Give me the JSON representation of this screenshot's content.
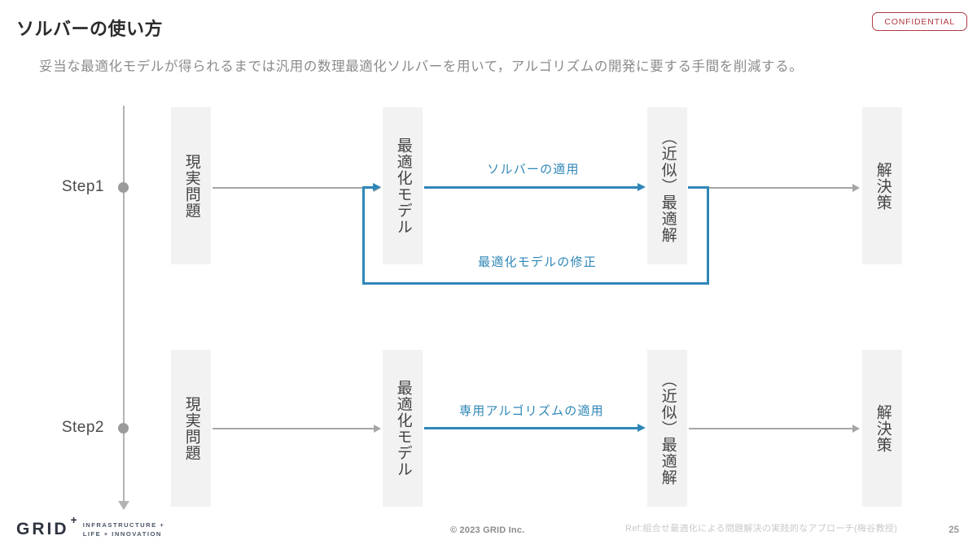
{
  "header": {
    "title": "ソルバーの使い方",
    "subtitle": "妥当な最適化モデルが得られるまでは汎用の数理最適化ソルバーを用いて，アルゴリズムの開発に要する手間を削減する。",
    "confidential_badge": "CONFIDENTIAL"
  },
  "colors": {
    "accent_blue": "#2f87b7",
    "confidential_red": "#b03a44",
    "box_fill": "#f2f2f2",
    "connector_gray": "#a6a6a6",
    "timeline_gray": "#b3b3b3"
  },
  "diagram": {
    "steps": [
      {
        "label": "Step1",
        "boxes": [
          {
            "text": "現実問題"
          },
          {
            "text": "最適化モデル"
          },
          {
            "text": "（近似）最適解"
          },
          {
            "text": "解決策"
          }
        ],
        "annotations": [
          {
            "text": "ソルバーの適用"
          },
          {
            "text": "最適化モデルの修正"
          }
        ]
      },
      {
        "label": "Step2",
        "boxes": [
          {
            "text": "現実問題"
          },
          {
            "text": "最適化モデル"
          },
          {
            "text": "（近似）最適解"
          },
          {
            "text": "解決策"
          }
        ],
        "annotations": [
          {
            "text": "専用アルゴリズムの適用"
          }
        ]
      }
    ]
  },
  "footer": {
    "logo_word": "GRID",
    "logo_plus": "+",
    "logo_tagline_line1": "INFRASTRUCTURE +",
    "logo_tagline_line2": "LIFE + INNOVATION",
    "copyright": "© 2023 GRID Inc.",
    "reference": "Ref:組合せ最適化による問題解決の実践的なアプローチ(梅谷教授)",
    "page_number": "25"
  }
}
